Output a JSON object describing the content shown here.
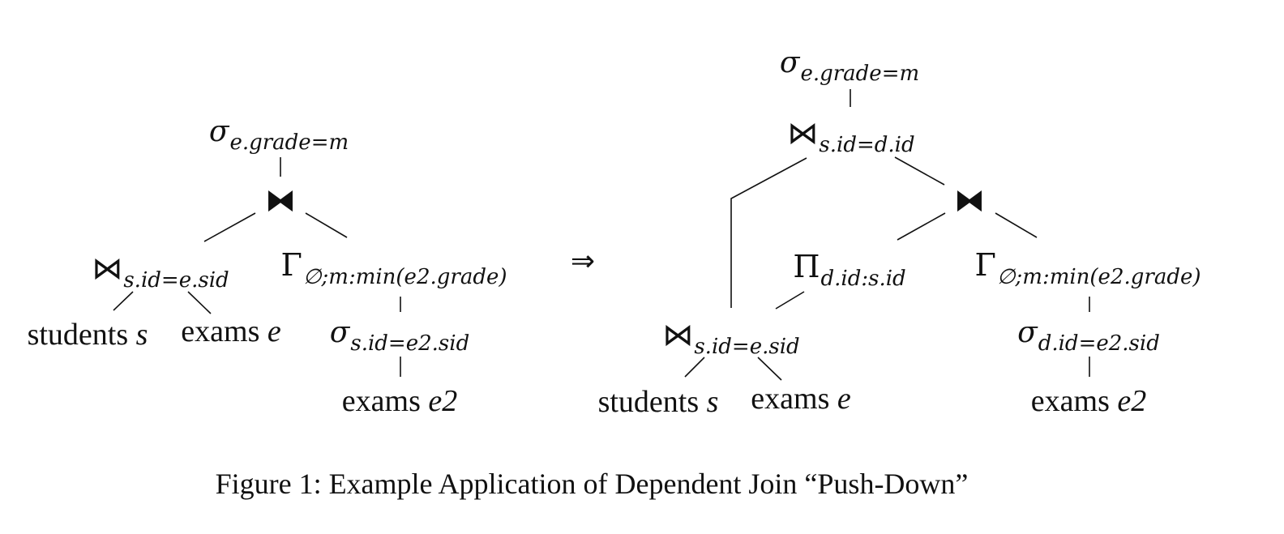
{
  "left_tree": {
    "root": {
      "symbol": "σ",
      "subscript": "e.grade=m"
    },
    "dep_join": {
      "symbol": "⧓"
    },
    "join": {
      "symbol": "⋈",
      "subscript": "s.id=e.sid"
    },
    "groupby": {
      "symbol": "Γ",
      "subscript": "∅;m:min(e2.grade)"
    },
    "students": {
      "name": "students",
      "alias": "s"
    },
    "exams": {
      "name": "exams",
      "alias": "e"
    },
    "select": {
      "symbol": "σ",
      "subscript": "s.id=e2.sid"
    },
    "exams2": {
      "name": "exams",
      "alias": "e2"
    }
  },
  "arrow": "⇒",
  "right_tree": {
    "root": {
      "symbol": "σ",
      "subscript": "e.grade=m"
    },
    "join_top": {
      "symbol": "⋈",
      "subscript": "s.id=d.id"
    },
    "dep_join": {
      "symbol": "⧓"
    },
    "project": {
      "symbol": "Π",
      "subscript": "d.id:s.id"
    },
    "groupby": {
      "symbol": "Γ",
      "subscript": "∅;m:min(e2.grade)"
    },
    "join_bottom": {
      "symbol": "⋈",
      "subscript": "s.id=e.sid"
    },
    "select": {
      "symbol": "σ",
      "subscript": "d.id=e2.sid"
    },
    "students": {
      "name": "students",
      "alias": "s"
    },
    "exams": {
      "name": "exams",
      "alias": "e"
    },
    "exams2": {
      "name": "exams",
      "alias": "e2"
    }
  },
  "caption": "Figure 1: Example Application of Dependent Join “Push-Down”"
}
